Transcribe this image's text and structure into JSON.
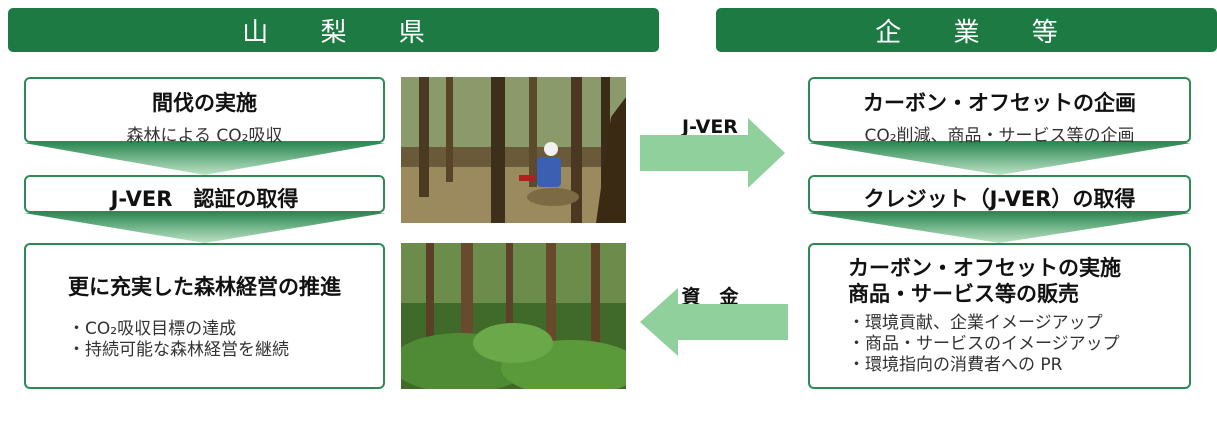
{
  "left": {
    "header": "山 梨 県",
    "box1": {
      "title": "間伐の実施",
      "sub": "森林による CO₂吸収"
    },
    "box2": {
      "title": "J-VER　認証の取得"
    },
    "box3": {
      "title": "更に充実した森林経営の推進",
      "bullets": [
        "・CO₂吸収目標の達成",
        "・持続可能な森林経営を継続"
      ]
    }
  },
  "right": {
    "header": "企 業 等",
    "box1": {
      "title": "カーボン・オフセットの企画",
      "sub": "CO₂削減、商品・サービス等の企画"
    },
    "box2": {
      "title": "クレジット（J-VER）の取得"
    },
    "box3": {
      "title_line1": "カーボン・オフセットの実施",
      "title_line2": "商品・サービス等の販売",
      "bullets": [
        "・環境貢献、企業イメージアップ",
        "・商品・サービスのイメージアップ",
        "・環境指向の消費者への PR"
      ]
    }
  },
  "arrows": {
    "to_company": "J-VER",
    "to_prefecture": "資　金"
  },
  "photos": [
    {
      "icon": "forest-thinning-photo"
    },
    {
      "icon": "forest-photo"
    }
  ],
  "colors": {
    "header": "#1d7a43",
    "border": "#2e8a55",
    "arrow": "#8fd09c"
  }
}
